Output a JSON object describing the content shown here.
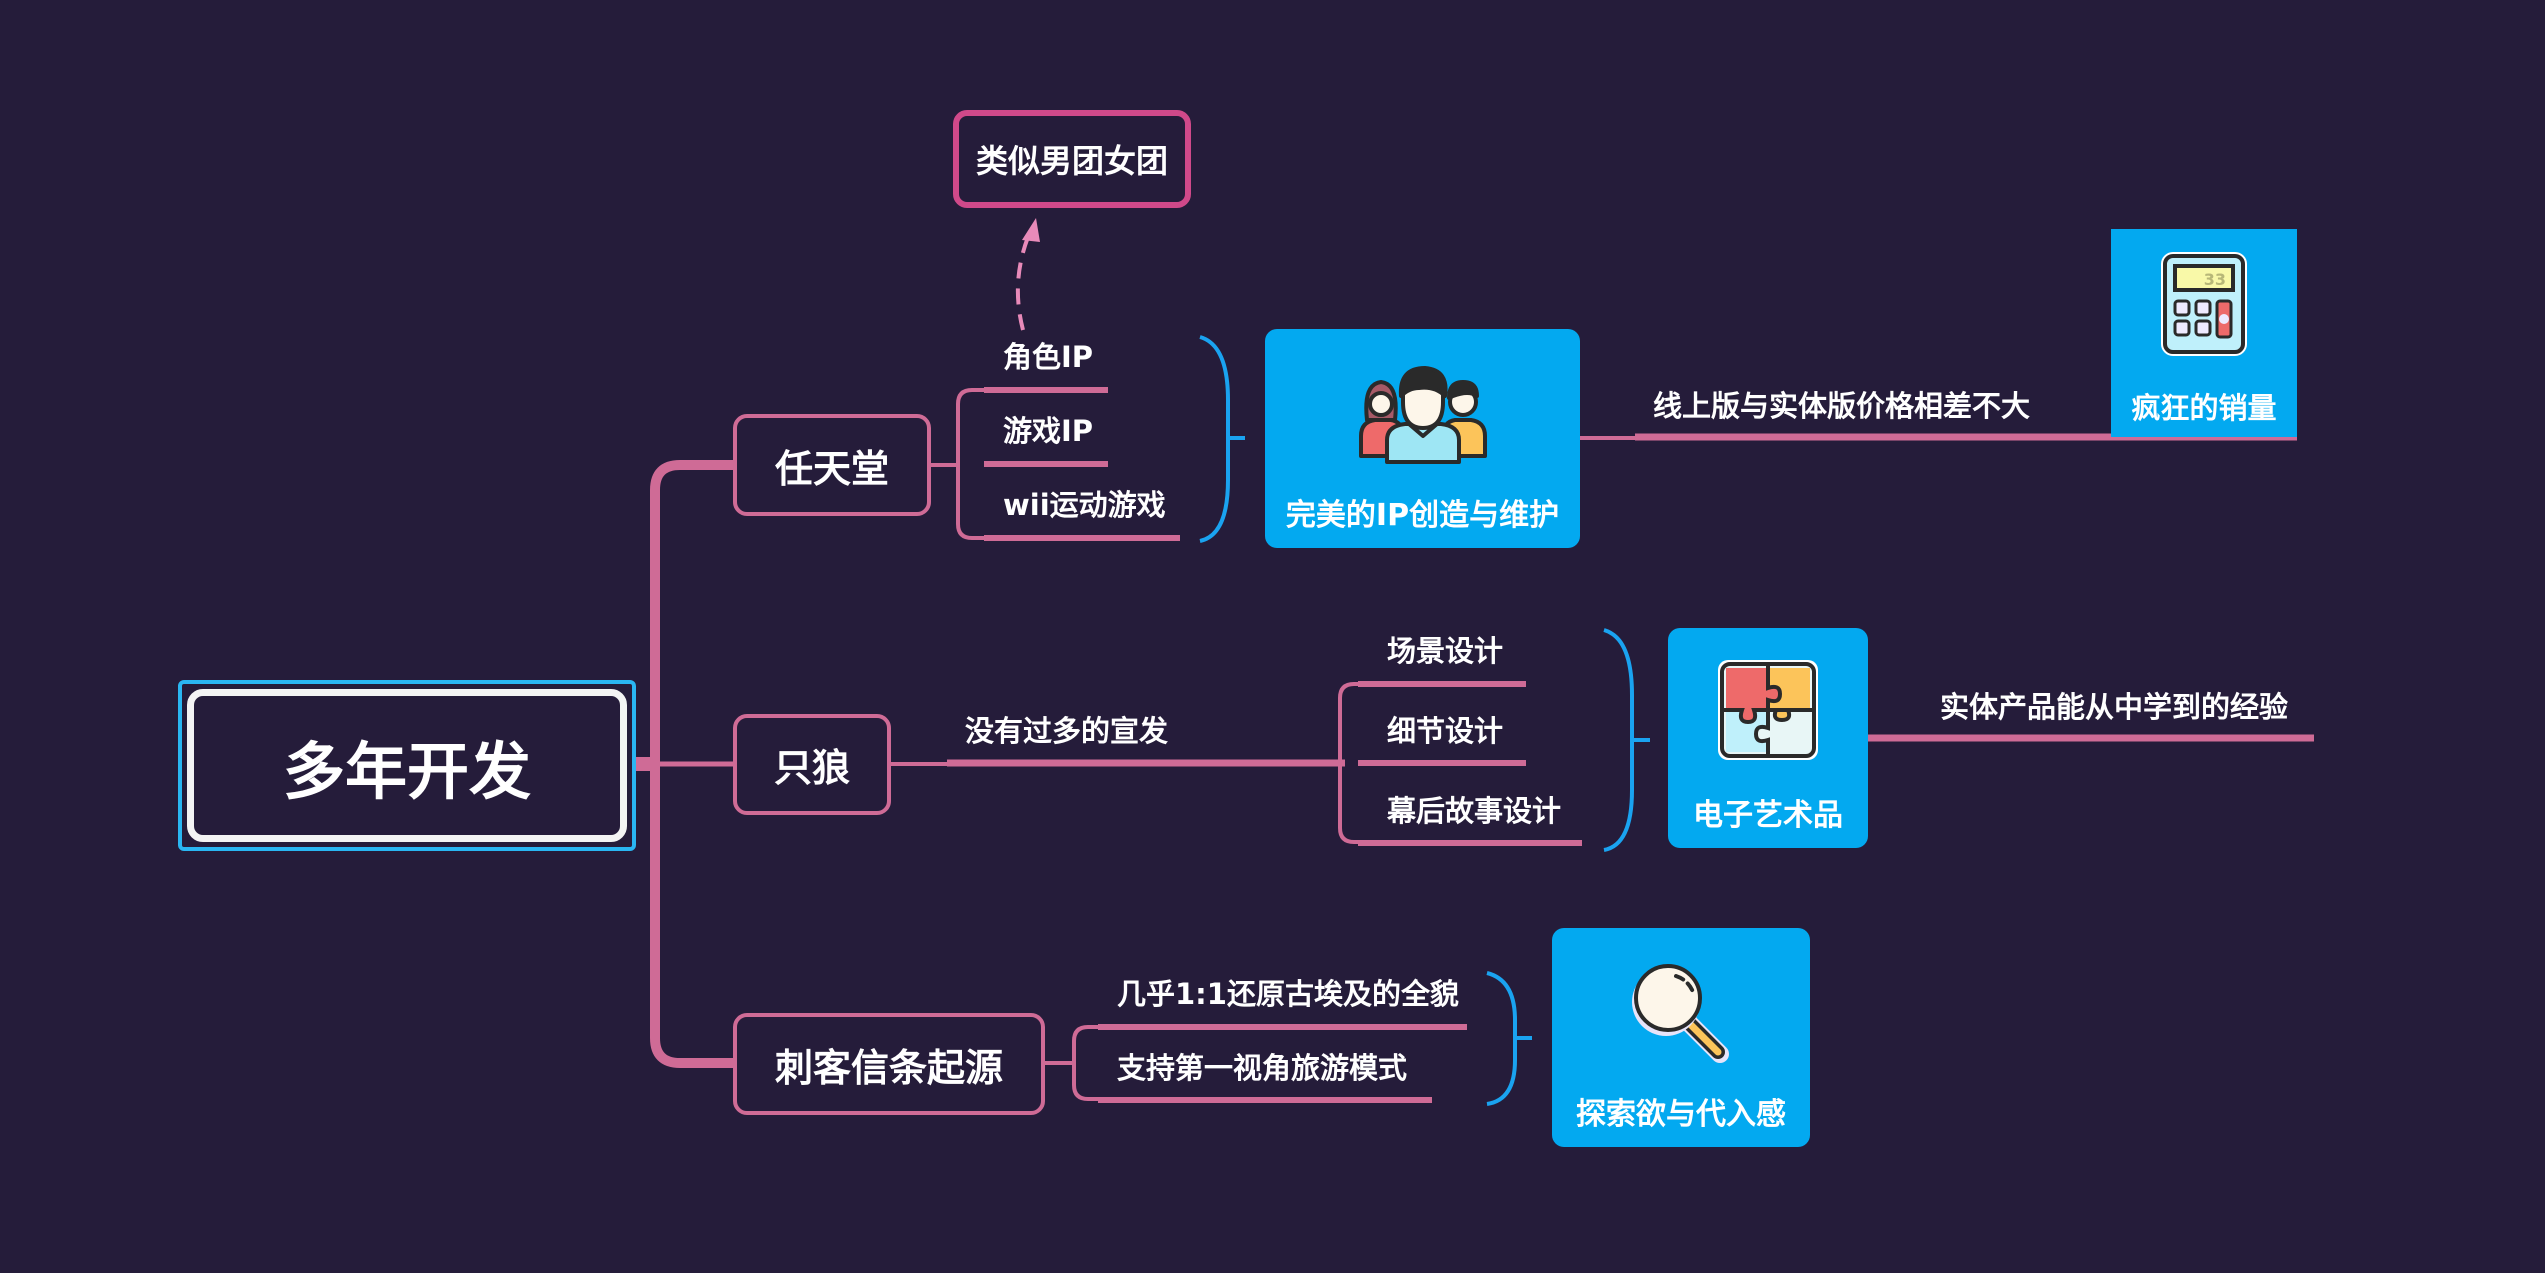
{
  "root": {
    "label": "多年开发"
  },
  "branches": [
    {
      "label": "任天堂",
      "items": [
        "角色IP",
        "游戏IP",
        "wii运动游戏"
      ],
      "floating_note": "类似男团女团",
      "summary": {
        "label": "完美的IP创造与维护",
        "icon": "people-group-icon"
      },
      "followup": "线上版与实体版价格相差不大",
      "result": {
        "label": "疯狂的销量",
        "icon": "calculator-icon",
        "calculator_display": "33"
      }
    },
    {
      "label": "只狼",
      "subtopic": "没有过多的宣发",
      "items": [
        "场景设计",
        "细节设计",
        "幕后故事设计"
      ],
      "summary": {
        "label": "电子艺术品",
        "icon": "puzzle-icon"
      },
      "followup": "实体产品能从中学到的经验"
    },
    {
      "label": "刺客信条起源",
      "items": [
        "几乎1:1还原古埃及的全貌",
        "支持第一视角旅游模式"
      ],
      "summary": {
        "label": "探索欲与代入感",
        "icon": "magnifier-icon"
      }
    }
  ],
  "colors": {
    "background": "#251c3a",
    "connector": "#cf6b96",
    "note_border": "#d0498a",
    "bracket": "#1aa3f0",
    "card": "#03a9f0",
    "root_border": "#2ab6f2"
  }
}
